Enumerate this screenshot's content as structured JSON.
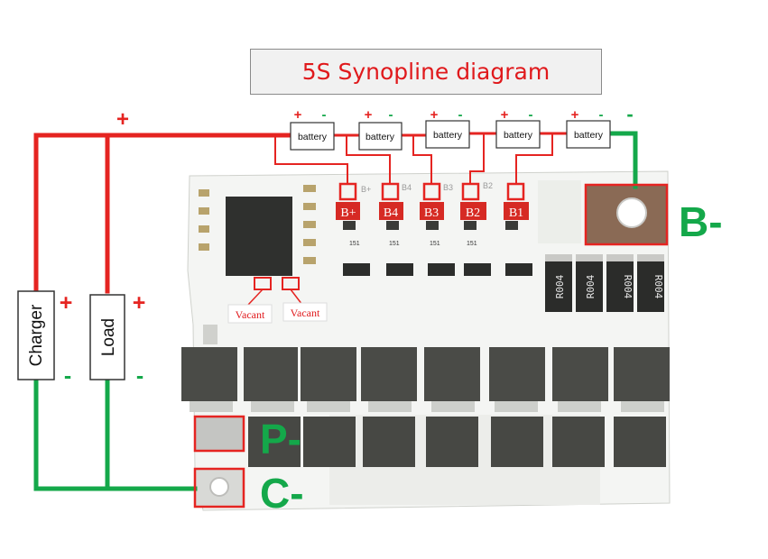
{
  "title": "5S Synopline diagram",
  "colors": {
    "positive": "#e52421",
    "negative": "#14a84a",
    "label_red": "#e0191c",
    "pcb": "#f4f5f3",
    "mosfet": "#4a4b47"
  },
  "batteries": [
    {
      "label": "battery",
      "plus": "+",
      "minus": "-"
    },
    {
      "label": "battery",
      "plus": "+",
      "minus": "-"
    },
    {
      "label": "battery",
      "plus": "+",
      "minus": "-"
    },
    {
      "label": "battery",
      "plus": "+",
      "minus": "-"
    },
    {
      "label": "battery",
      "plus": "+",
      "minus": "-"
    }
  ],
  "taps": [
    "B+",
    "B4",
    "B3",
    "B2",
    "B1"
  ],
  "silk_taps": [
    "B+",
    "B4",
    "B3",
    "B2"
  ],
  "vacant_labels": [
    "Vacant",
    "Vacant"
  ],
  "resistor_marks": [
    "R004",
    "R004",
    "R004",
    "R004"
  ],
  "charger": {
    "label": "Charger",
    "plus": "+",
    "minus": "-"
  },
  "load": {
    "label": "Load",
    "plus": "+",
    "minus": "-"
  },
  "top_plus": "+",
  "terminals": {
    "b": "B-",
    "p": "P-",
    "c": "C-"
  },
  "chip_codes": [
    "151",
    "151",
    "151",
    "151"
  ]
}
